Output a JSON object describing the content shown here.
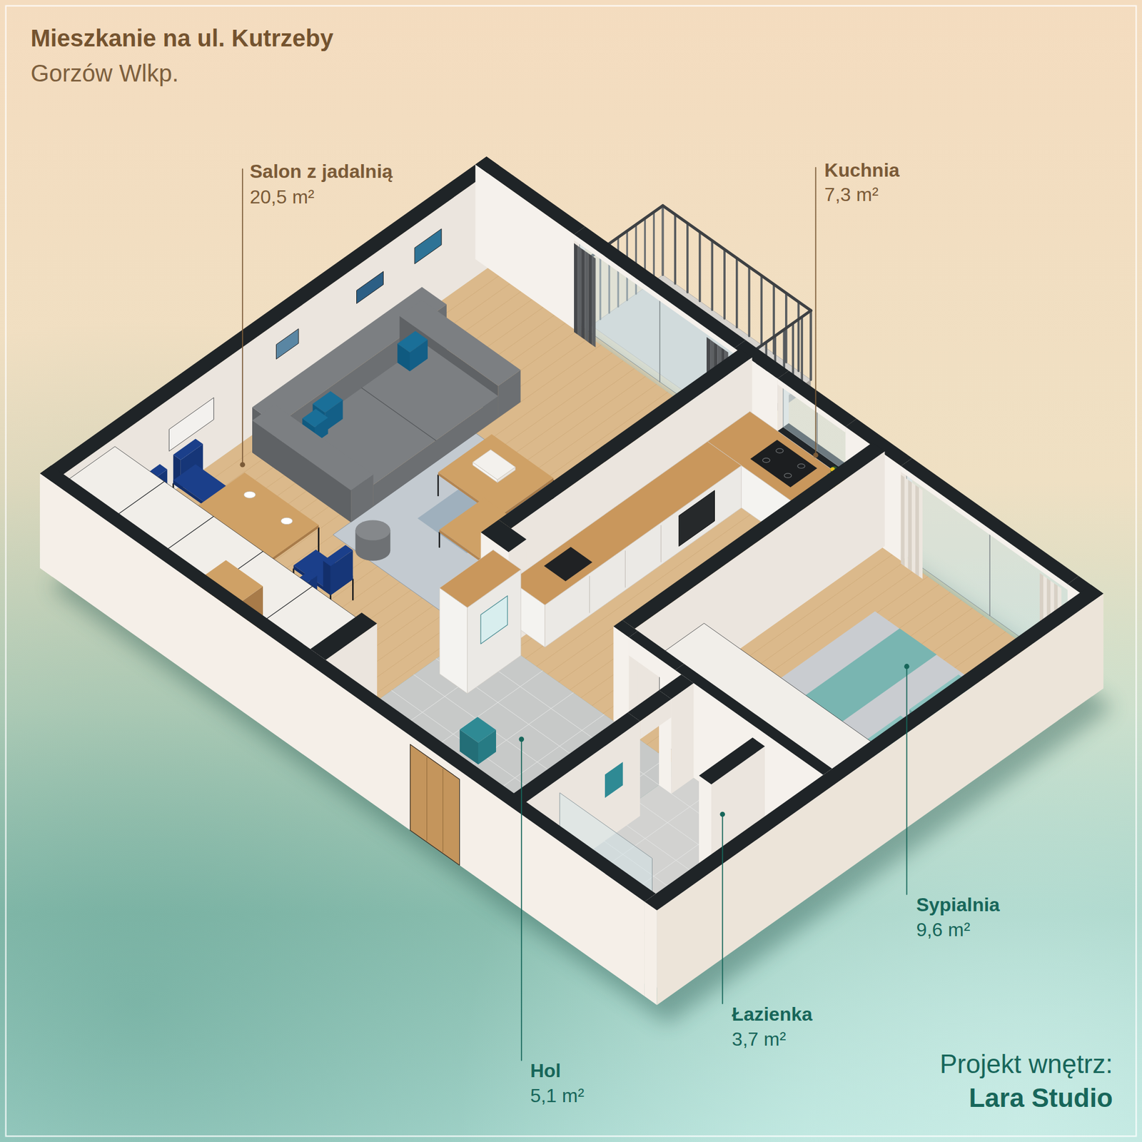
{
  "diagram": {
    "title": "Mieszkanie na ul. Kutrzeby",
    "labels": [
      "Gorzów Wlkp.",
      "Salon z jadalnią",
      "20,5 m²",
      "Kuchnia",
      "7,3 m²",
      "Sypialnia",
      "9,6 m²",
      "Łazienka",
      "3,7 m²",
      "Hol",
      "5,1 m²",
      "Projekt wnętrz:",
      "Lara Studio"
    ]
  }
}
